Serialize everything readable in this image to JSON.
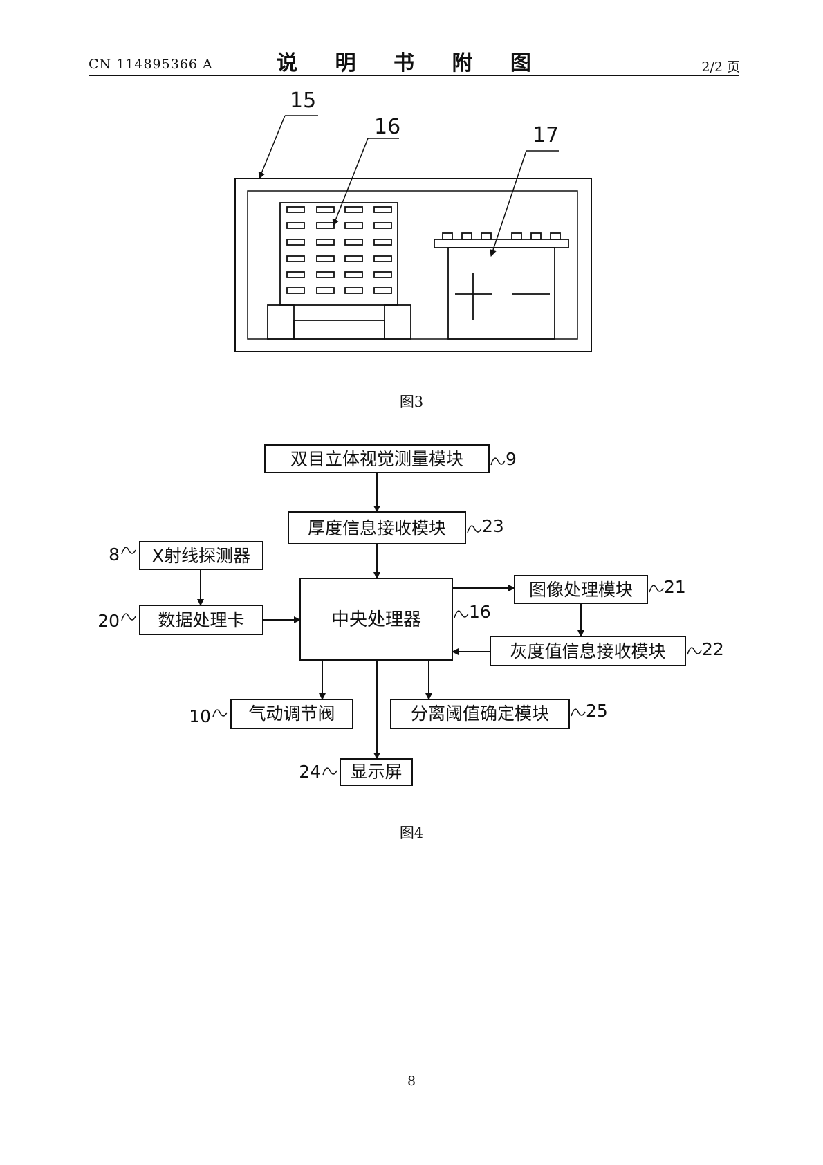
{
  "header": {
    "publication_number": "CN 114895366 A",
    "title": "说 明 书 附 图",
    "page_info": "2/2 页"
  },
  "figure3": {
    "caption": "图3",
    "ref_outer": "15",
    "ref_detector": "16",
    "ref_battery": "17",
    "battery_plus": "+",
    "battery_minus": "—"
  },
  "figure4": {
    "caption": "图4",
    "blocks": {
      "binocular": "双目立体视觉测量模块",
      "thickness": "厚度信息接收模块",
      "xray": "X射线探测器",
      "data_card": "数据处理卡",
      "cpu": "中央处理器",
      "image_proc": "图像处理模块",
      "gray_recv": "灰度值信息接收模块",
      "valve": "气动调节阀",
      "threshold": "分离阈值确定模块",
      "display": "显示屏"
    },
    "refs": {
      "binocular": "9",
      "thickness": "23",
      "xray": "8",
      "data_card": "20",
      "cpu": "16",
      "image_proc": "21",
      "gray_recv": "22",
      "valve": "10",
      "threshold": "25",
      "display": "24"
    }
  },
  "page_number": "8"
}
